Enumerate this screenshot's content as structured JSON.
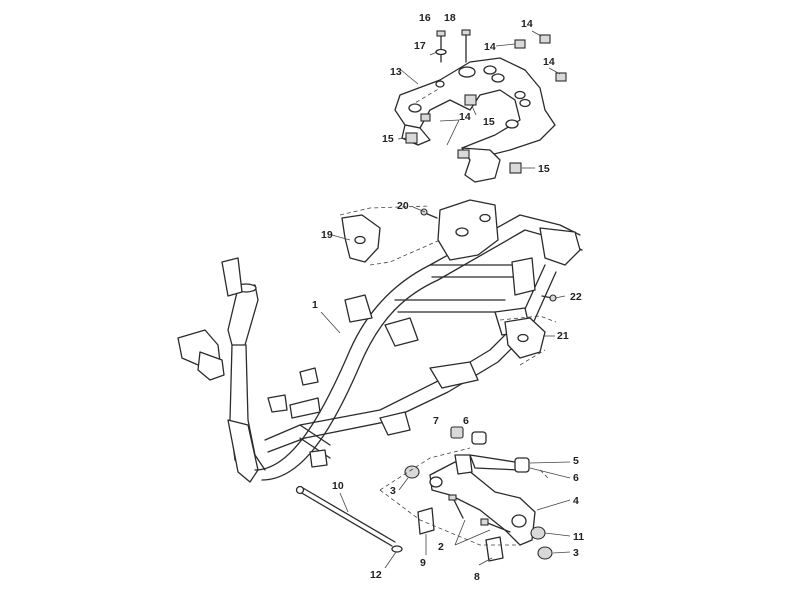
{
  "labels": {
    "l1": "1",
    "l2": "2",
    "l3a": "3",
    "l3b": "3",
    "l4": "4",
    "l5": "5",
    "l6a": "6",
    "l6b": "6",
    "l7": "7",
    "l8": "8",
    "l9": "9",
    "l10": "10",
    "l11": "11",
    "l12": "12",
    "l13": "13",
    "l14a": "14",
    "l14b": "14",
    "l14c": "14",
    "l14d": "14",
    "l15a": "15",
    "l15b": "15",
    "l15c": "15",
    "l16": "16",
    "l17": "17",
    "l18": "18",
    "l19": "19",
    "l20": "20",
    "l21": "21",
    "l22": "22"
  }
}
